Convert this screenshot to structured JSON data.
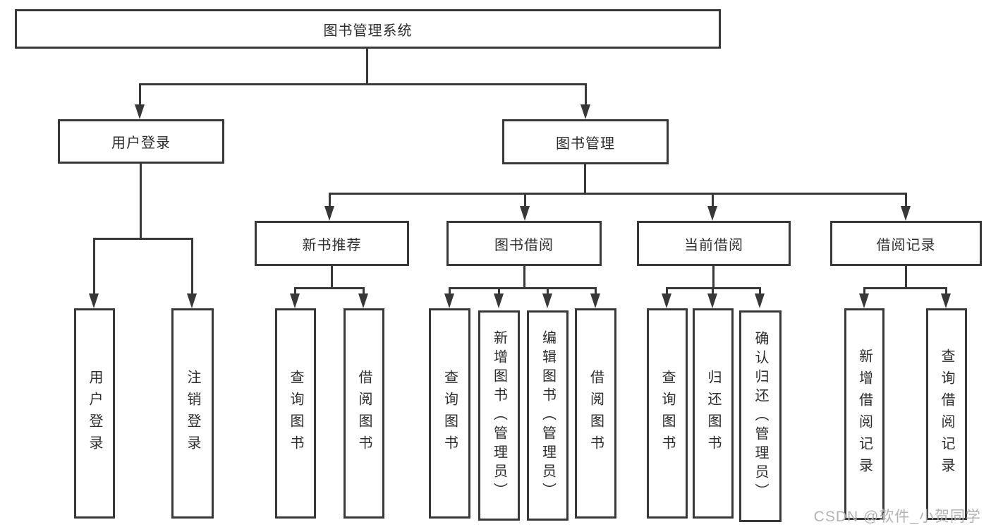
{
  "tree": {
    "label": "图书管理系统",
    "children": [
      {
        "label": "用户登录",
        "children": [
          {
            "label": "用户登录"
          },
          {
            "label": "注销登录"
          }
        ]
      },
      {
        "label": "图书管理",
        "children": [
          {
            "label": "新书推荐",
            "children": [
              {
                "label": "查询图书"
              },
              {
                "label": "借阅图书"
              }
            ]
          },
          {
            "label": "图书借阅",
            "children": [
              {
                "label": "查询图书"
              },
              {
                "label": "新增图书（管理员）"
              },
              {
                "label": "编辑图书（管理员）"
              },
              {
                "label": "借阅图书"
              }
            ]
          },
          {
            "label": "当前借阅",
            "children": [
              {
                "label": "查询图书"
              },
              {
                "label": "归还图书"
              },
              {
                "label": "确认归还（管理员）"
              }
            ]
          },
          {
            "label": "借阅记录",
            "children": [
              {
                "label": "新增借阅记录"
              },
              {
                "label": "查询借阅记录"
              }
            ]
          }
        ]
      }
    ]
  },
  "watermark": {
    "text": "CSDN @软件_小贺同学",
    "color": "#b3b3b3"
  },
  "colors": {
    "line": "#383838",
    "box_border": "#383838",
    "box_background": "#ffffff",
    "text": "#2d2d2d",
    "page_background": "#ffffff"
  }
}
